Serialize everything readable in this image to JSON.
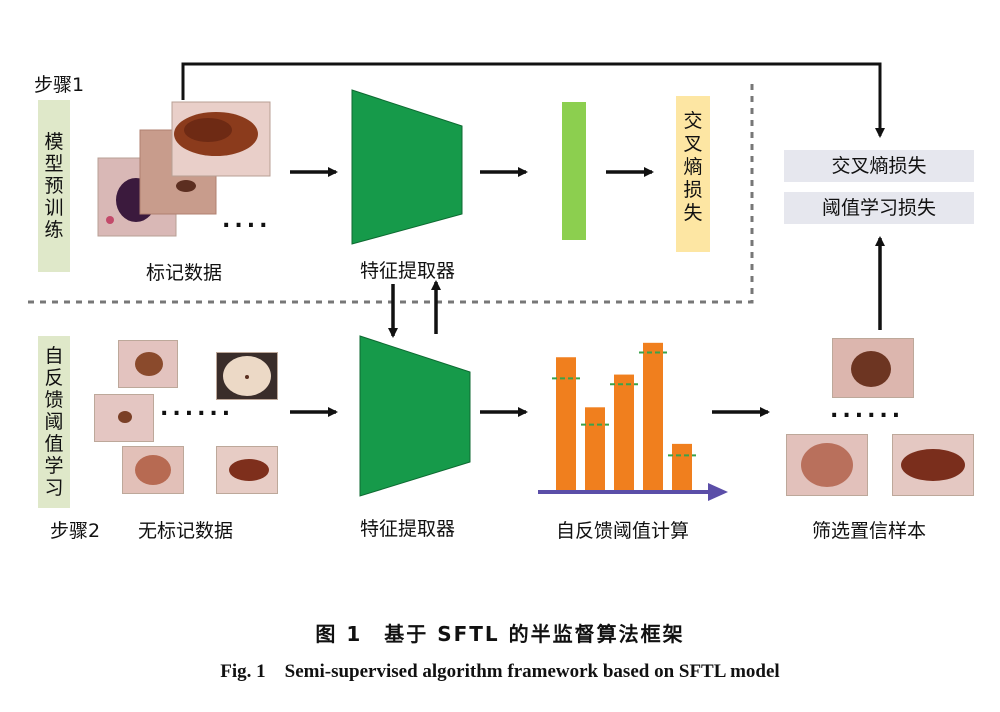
{
  "step1": {
    "step_label": "步骤1",
    "side_label": [
      "模",
      "型",
      "预",
      "训",
      "练"
    ]
  },
  "step2": {
    "step_label": "步骤2",
    "side_label": [
      "自",
      "反",
      "馈",
      "阈",
      "值",
      "学",
      "习"
    ]
  },
  "labels": {
    "labeled_data": "标记数据",
    "feature_extractor_top": "特征提取器",
    "feature_extractor_bottom": "特征提取器",
    "unlabeled_data": "无标记数据",
    "feedback_threshold_calc": "自反馈阈值计算",
    "filter_confident": "筛选置信样本"
  },
  "ce_box": [
    "交",
    "叉",
    "熵",
    "损",
    "失"
  ],
  "losses": {
    "ce_loss": "交叉熵损失",
    "threshold_loss": "阈值学习损失"
  },
  "dots": {
    "labeled": "....",
    "unlabeled": "......",
    "selected": "......"
  },
  "caption": {
    "cn": "图 1　基于 SFTL 的半监督算法框架",
    "en": "Fig. 1　Semi-supervised algorithm framework based on SFTL model"
  },
  "chart_data": {
    "type": "bar",
    "values": [
      140,
      88,
      122,
      155,
      50
    ],
    "thresholds": [
      118,
      70,
      112,
      145,
      38
    ],
    "ylim": [
      0,
      160
    ],
    "bar_color": "#f07f1e",
    "threshold_color": "#3aa24a",
    "axis_color": "#5b4ea8"
  },
  "colors": {
    "extractor": "#169a4a",
    "feature_bar": "#8ccf4f",
    "label_bg": "#dfe8c9",
    "ce_box_bg": "#fde6a3",
    "loss_box_bg": "#e6e7ee"
  }
}
